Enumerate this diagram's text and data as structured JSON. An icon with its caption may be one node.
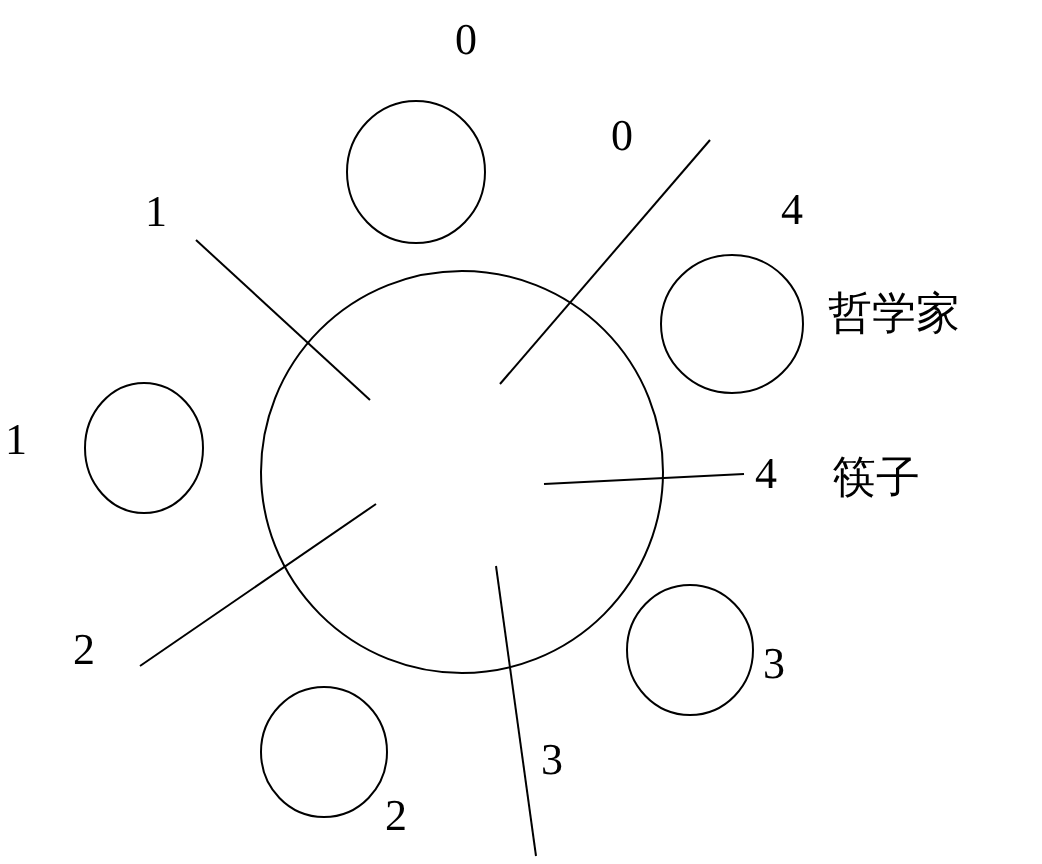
{
  "diagram": {
    "nodes": [
      {
        "text": [],
        "shape": "circle",
        "beside": [
          "0"
        ]
      },
      {
        "text": [],
        "shape": "circle",
        "beside": [
          "4",
          "哲学家"
        ]
      },
      {
        "text": [],
        "shape": "circle"
      },
      {
        "text": [],
        "shape": "circle",
        "beside": [
          "1"
        ]
      },
      {
        "text": [],
        "shape": "circle",
        "beside": [
          "3"
        ]
      },
      {
        "text": [],
        "shape": "circle",
        "beside": [
          "2"
        ]
      }
    ],
    "labels": [
      "1",
      "0",
      "4",
      "筷子",
      "2",
      "3"
    ]
  }
}
